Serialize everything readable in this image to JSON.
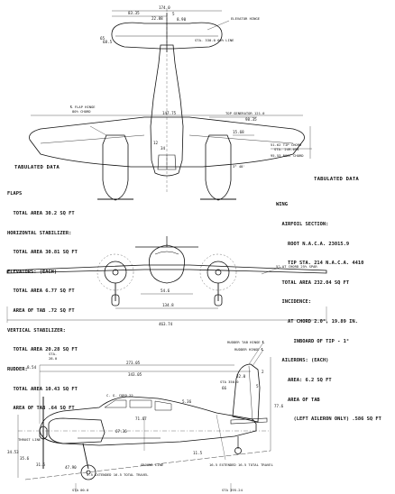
{
  "top_view": {
    "dims": {
      "d174": "174.0",
      "d8335": "83.35",
      "d5": "5",
      "d2288": "22.88",
      "d8890": "8.90",
      "d65": "65",
      "d685": "68.5",
      "d1475": "147.75",
      "d9835": "98.35",
      "d1568": "15.68",
      "d34": "34"
    },
    "labels": {
      "elevator_hinge": "ELEVATOR HINGE",
      "sta_stab": "STA. 330.0  60% LINE",
      "flap_hinge_1": "℄ FLAP HINGE",
      "flap_hinge_2": "80% CHORD",
      "top_gen": "TOP GENERATOR 121.0",
      "tip_chord": "51.62 TIP CHORD",
      "tip_sta": "STA. 249.694",
      "root_chord": "95.53 ROOT CHORD",
      "angle": "3° 48'",
      "dim_lower_a": "12",
      "dim_lower_b": "34"
    }
  },
  "tabulated_left": {
    "title": "TABULATED DATA",
    "lines": [
      "FLAPS",
      "  TOTAL AREA 30.2 SQ FT",
      "HORIZONTAL STABILIZER:",
      "  TOTAL AREA 30.81 SQ FT",
      "ELEVATORS: (EACH)",
      "  TOTAL AREA 6.77 SQ FT",
      "  AREA OF TAB .72 SQ FT",
      "VERTICAL STABILIZER:",
      "  TOTAL AREA 20.28 SQ FT",
      "RUDDER:",
      "  TOTAL AREA 10.43 SQ FT",
      "  AREA OF TAB .64 SQ FT"
    ]
  },
  "tabulated_right": {
    "title": "TABULATED DATA",
    "lines": [
      "WING",
      "  AIRFOIL SECTION:",
      "    ROOT N.A.C.A. 23015.9",
      "    TIP STA. 214 N.A.C.A. 4410",
      "  TOTAL AREA 232.04 SQ FT",
      "  INCIDENCE:",
      "    AT CHORD 2.0°, 19.89 IN.",
      "      INBOARD OF TIP - 1°",
      "  AILERONS: (EACH)",
      "    AREA: 6.2 SQ FT",
      "    AREA OF TAB",
      "      (LEFT AILERON ONLY) .586 SQ FT"
    ]
  },
  "front_view": {
    "dims": {
      "d546": "54.6",
      "d1348": "134.8",
      "d46374": "463.74",
      "chord_spar": "5° AT CHORD 25% SPAR"
    }
  },
  "side_view": {
    "labels": {
      "rudder_tab_hinge": "RUDDER TAB HINGE ℄",
      "rudder_hinge": "RUDDER HINGE ℄",
      "sta_a": "STA.",
      "sta_b": "28.0",
      "cg": "C. G. CORD 22",
      "thrust": "THRUST LINE",
      "ground": "GROUND LINE",
      "sta_00": "STA 00.0",
      "sta_end": "STA 395.24",
      "ext1": "5.5 EXTENDED 16.5 TOTAL TRAVEL",
      "ext2": "16.5 EXTENDED 16.5 TOTAL TRAVEL"
    },
    "dims": {
      "d8": "8.54",
      "d273": "273.05",
      "d343": "343.05",
      "d323": "32.0",
      "d2": "2",
      "d350": "STA 350.0",
      "d5": "5",
      "d66": "66",
      "d716": "71.67",
      "d536": "5.36",
      "d6736": "67.36",
      "d776": "77.6",
      "d315": "31.5",
      "d3453": "34.53",
      "d356": "35.6",
      "d4790": "47.90",
      "d115": "11.5"
    }
  }
}
